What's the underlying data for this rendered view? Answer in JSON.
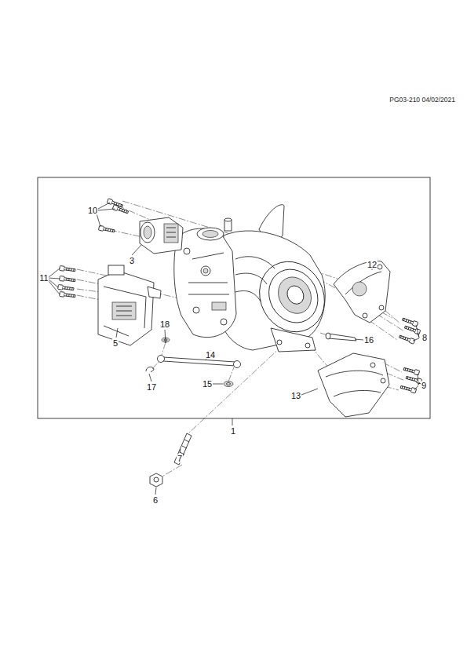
{
  "diagram": {
    "labels": [
      "PG03-210 04/02/2021",
      "10",
      "3",
      "11",
      "5",
      "18",
      "14",
      "17",
      "15",
      "12",
      "16",
      "8",
      "9",
      "13",
      "1",
      "7",
      "6"
    ]
  }
}
